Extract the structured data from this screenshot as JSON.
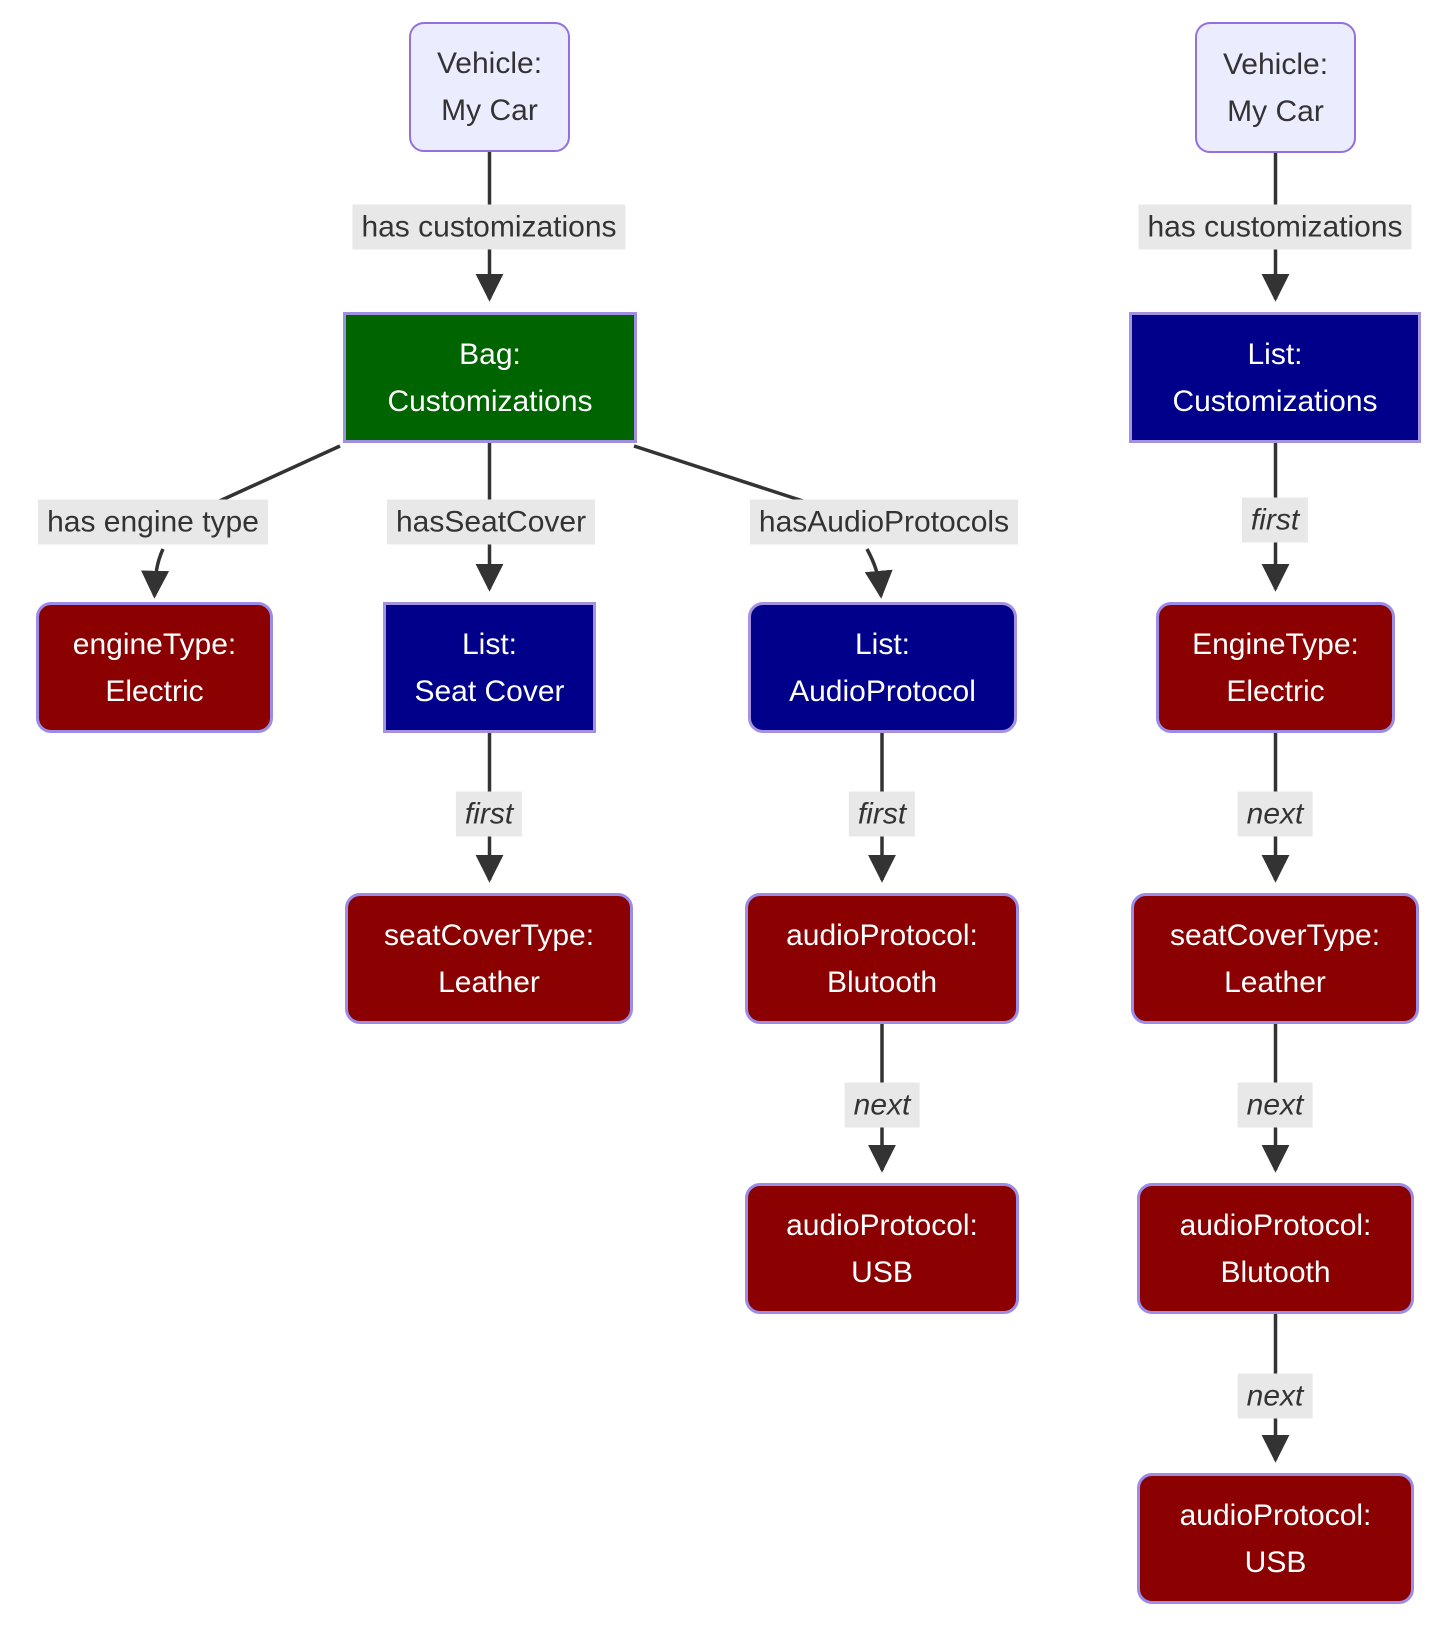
{
  "colors": {
    "background": "#ffffff",
    "vehicle_fill": "#ECECFF",
    "vehicle_border": "#9370DB",
    "bag_fill": "#006400",
    "list_fill": "#00008B",
    "literal_fill": "#8B0000",
    "colored_node_border": "#9b8ce8",
    "edge_stroke": "#333333",
    "edge_label_background": "#e8e8e8",
    "edge_label_text": "#333333",
    "node_text_light": "#ffffff",
    "node_text_dark": "#333333"
  },
  "left_graph": {
    "nodes": {
      "vehicle": {
        "line1": "Vehicle:",
        "line2": "My Car"
      },
      "bag_customizations": {
        "line1": "Bag:",
        "line2": "Customizations"
      },
      "engine_type": {
        "line1": "engineType:",
        "line2": "Electric"
      },
      "list_seat_cover": {
        "line1": "List:",
        "line2": "Seat Cover"
      },
      "list_audio_protocol": {
        "line1": "List:",
        "line2": "AudioProtocol"
      },
      "seat_cover_type": {
        "line1": "seatCoverType:",
        "line2": "Leather"
      },
      "audio_protocol_bluetooth": {
        "line1": "audioProtocol:",
        "line2": "Blutooth"
      },
      "audio_protocol_usb": {
        "line1": "audioProtocol:",
        "line2": "USB"
      }
    },
    "edge_labels": {
      "has_customizations": "has customizations",
      "has_engine_type": "has engine type",
      "has_seat_cover": "hasSeatCover",
      "has_audio_protocols": "hasAudioProtocols",
      "first_seat": "first",
      "first_audio": "first",
      "next_audio": "next"
    }
  },
  "right_graph": {
    "nodes": {
      "vehicle": {
        "line1": "Vehicle:",
        "line2": "My Car"
      },
      "list_customizations": {
        "line1": "List:",
        "line2": "Customizations"
      },
      "engine_type": {
        "line1": "EngineType:",
        "line2": "Electric"
      },
      "seat_cover_type": {
        "line1": "seatCoverType:",
        "line2": "Leather"
      },
      "audio_protocol_bluetooth": {
        "line1": "audioProtocol:",
        "line2": "Blutooth"
      },
      "audio_protocol_usb": {
        "line1": "audioProtocol:",
        "line2": "USB"
      }
    },
    "edge_labels": {
      "has_customizations": "has customizations",
      "first": "first",
      "next_1": "next",
      "next_2": "next",
      "next_3": "next"
    }
  }
}
